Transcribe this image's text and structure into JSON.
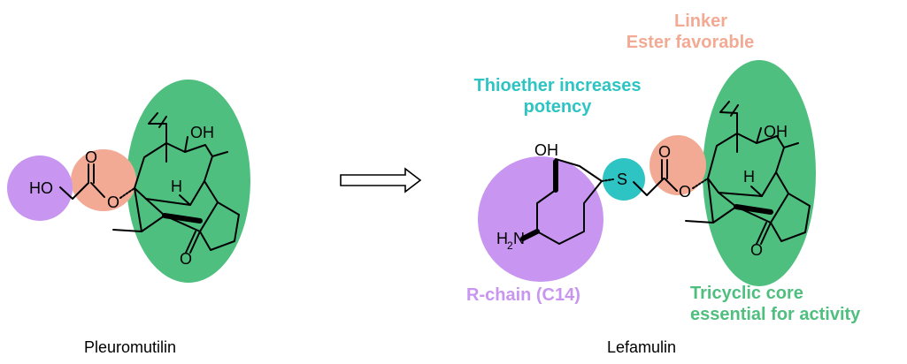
{
  "colors": {
    "core": "#4fbf7f",
    "linker": "#f2aa94",
    "r_chain": "#c896f0",
    "thioether": "#2ec4c4",
    "black": "#000000"
  },
  "annotations": {
    "linker_line1": "Linker",
    "linker_line2": "Ester favorable",
    "thioether_line1": "Thioether increases",
    "thioether_line2": "potency",
    "r_chain": "R-chain (C14)",
    "core_line1": "Tricyclic core",
    "core_line2": "essential for activity"
  },
  "captions": {
    "left": "Pleuromutilin",
    "right": "Lefamulin"
  },
  "atoms": {
    "oh": "OH",
    "ho": "HO",
    "o": "O",
    "h": "H",
    "s": "S",
    "nh2_main": "H",
    "nh2_sub": "2",
    "nh2_n": "N"
  }
}
